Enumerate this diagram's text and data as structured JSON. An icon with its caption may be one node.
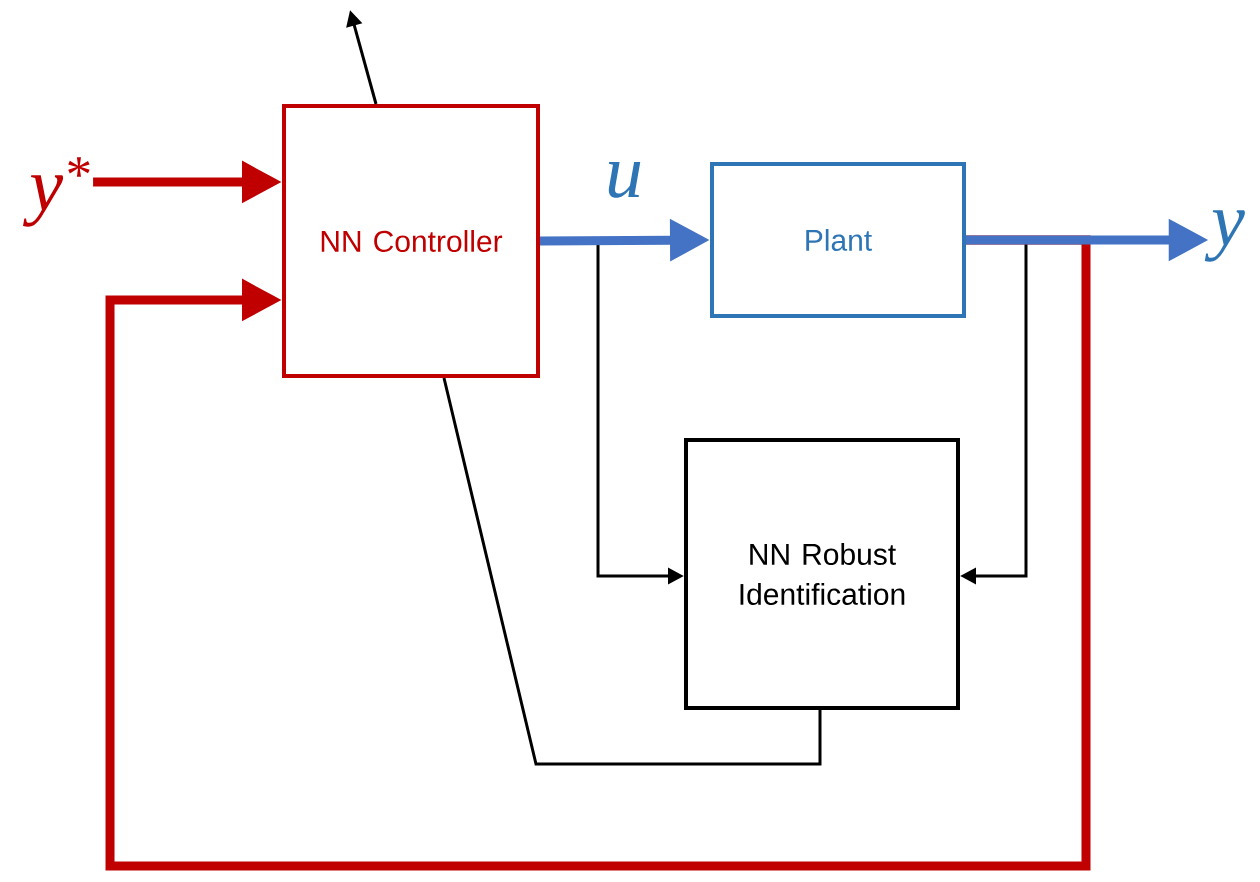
{
  "diagram": {
    "nodes": [
      {
        "text": [
          "y$^{*}$"
        ]
      },
      {
        "text": [
          "NN Controller"
        ]
      },
      {
        "text": [
          "Plant"
        ]
      },
      {
        "text": [
          "y"
        ]
      },
      {
        "text": [
          "NN Robust Identification"
        ]
      }
    ],
    "edges": [
      {
        "from": 0,
        "to": 1,
        "arrow": "to",
        "style": "thick",
        "color": "#c00000"
      },
      {
        "from": 1,
        "to": 2,
        "arrow": "to",
        "label": "u",
        "style": "thick",
        "color": "#4472c4"
      },
      {
        "from": 2,
        "to": 3,
        "arrow": "to",
        "style": "thick",
        "color": "#4472c4"
      },
      {
        "from": 2,
        "to": 1,
        "arrow": "to",
        "style": "thick",
        "color": "#c00000"
      },
      {
        "from": 1,
        "to": 4,
        "arrow": "to"
      },
      {
        "from": 2,
        "to": 4,
        "arrow": "to"
      },
      {
        "from": 4,
        "to": 1,
        "arrow": "none"
      },
      {
        "from": 1,
        "to": null,
        "arrow": "to"
      }
    ]
  }
}
